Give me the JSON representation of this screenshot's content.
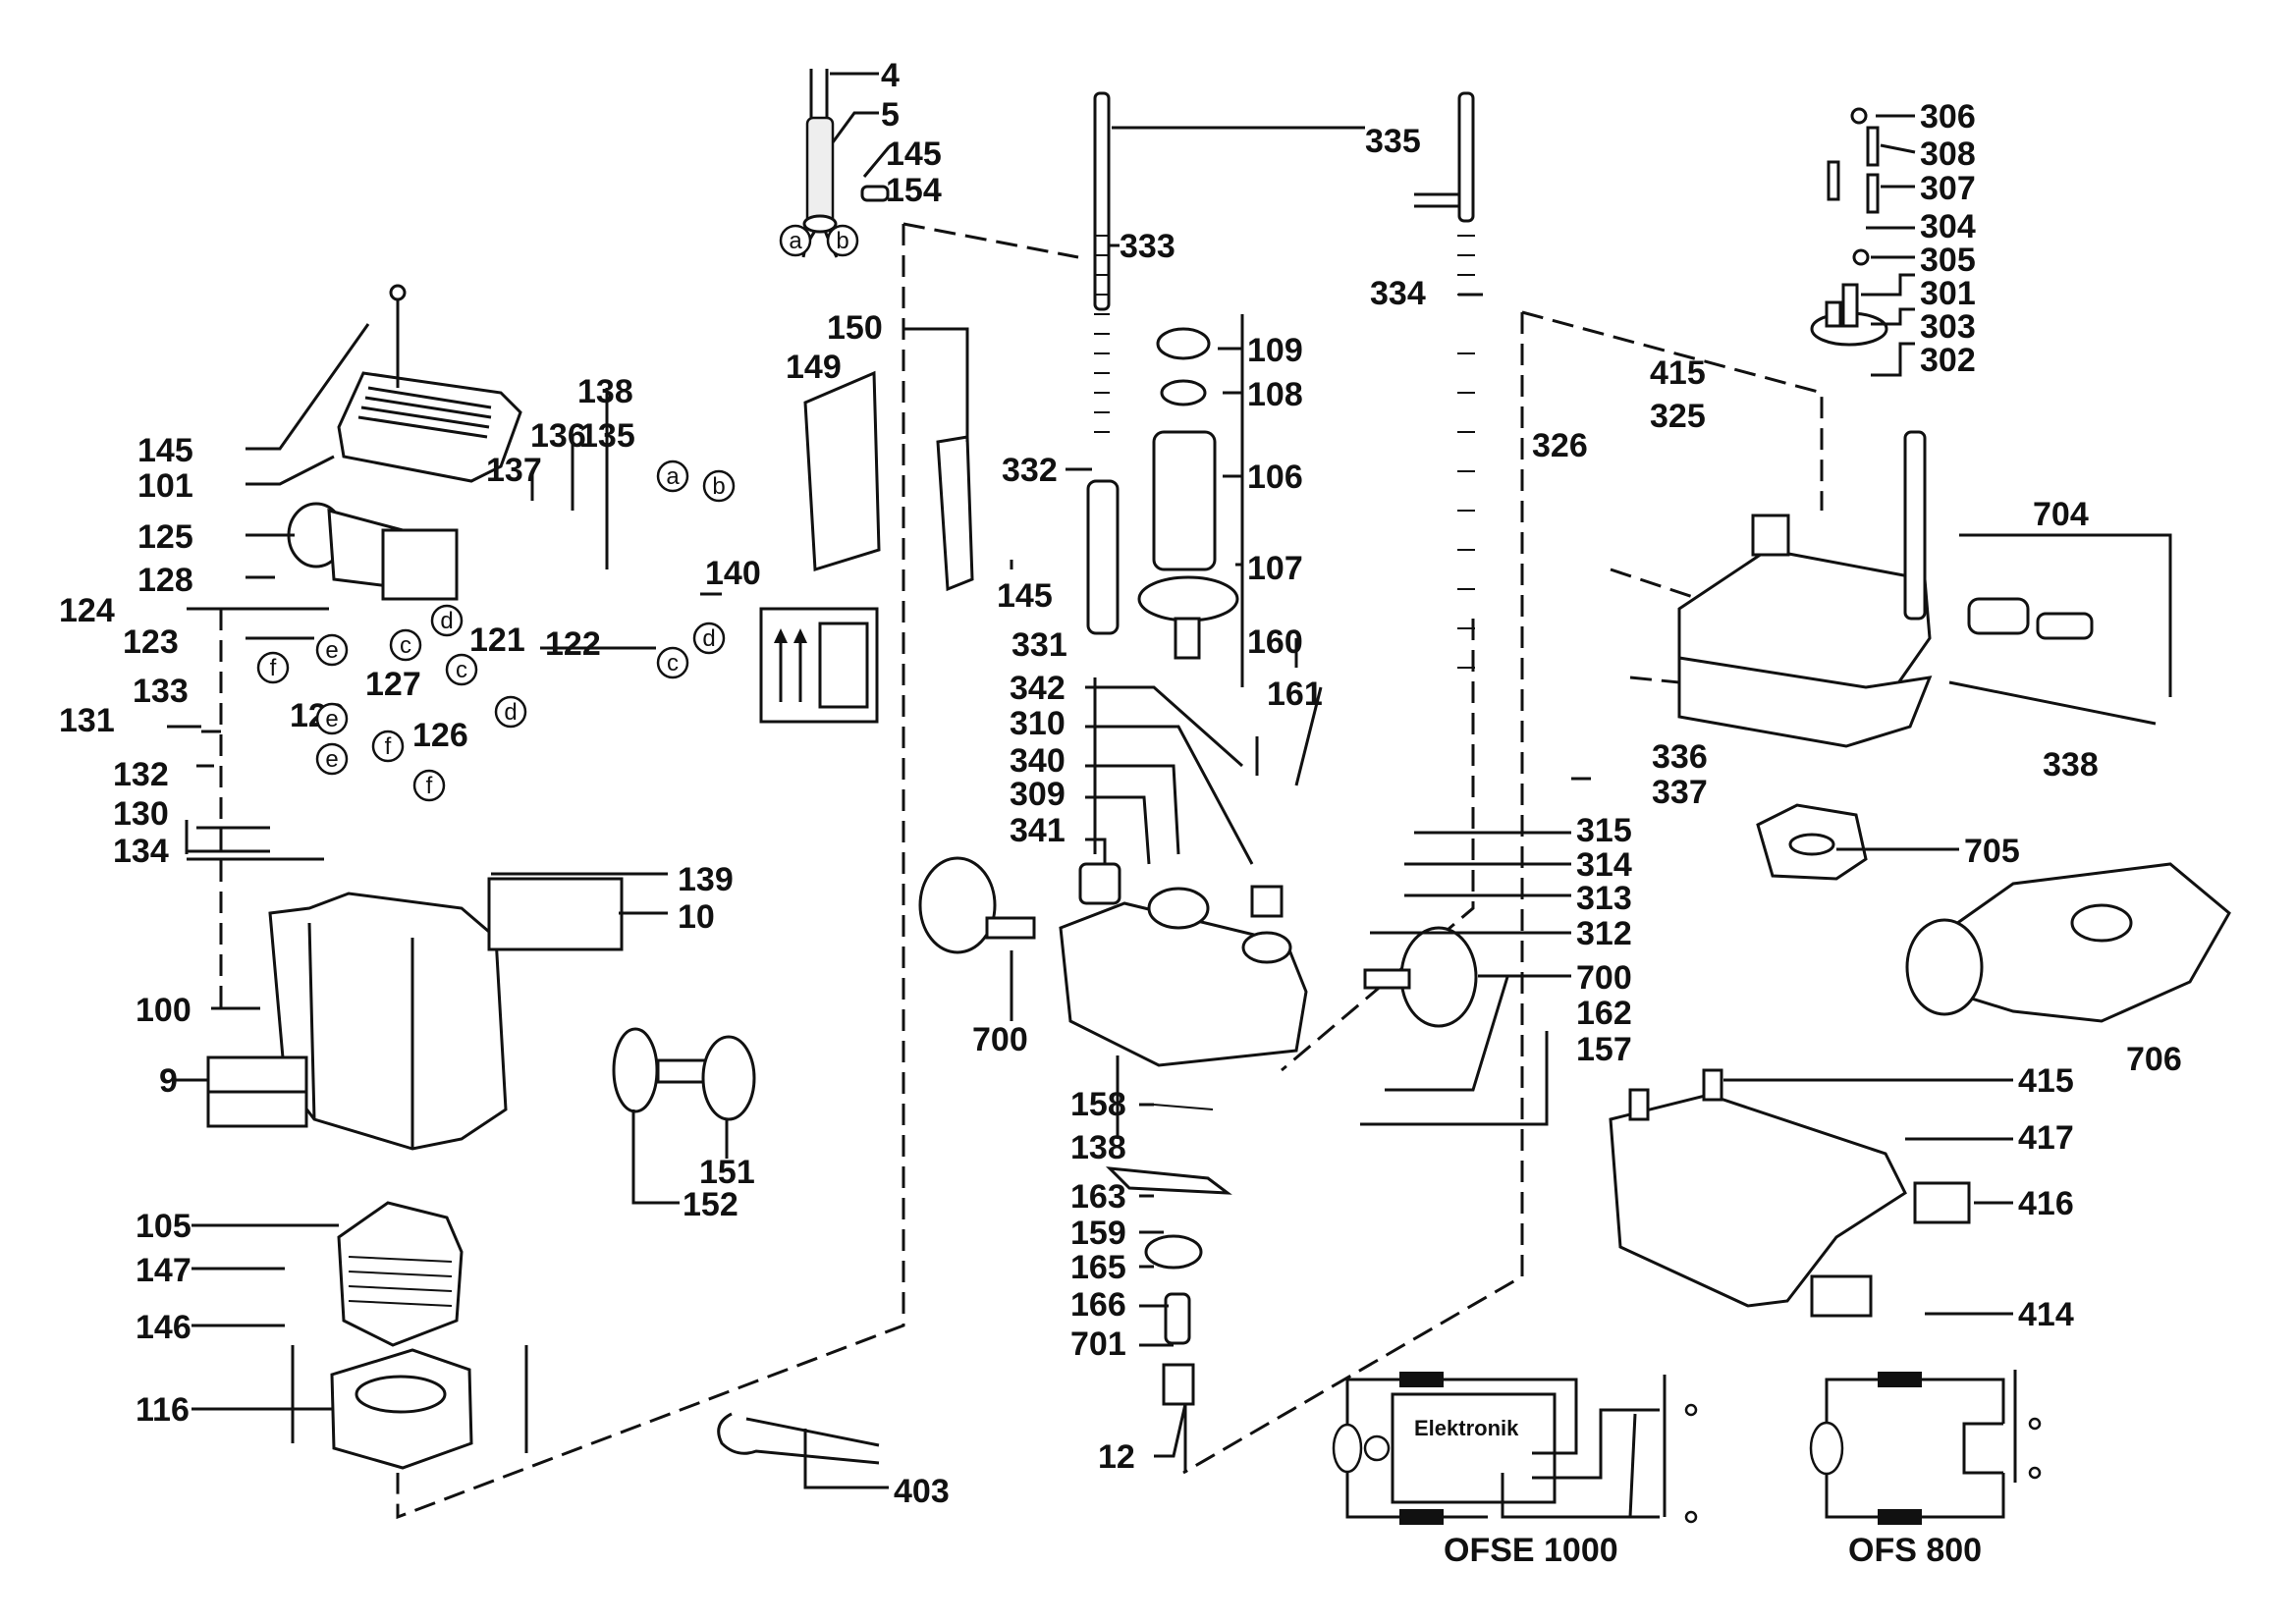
{
  "diagram": {
    "title": "Router exploded parts diagram",
    "part_labels": {
      "p4": "4",
      "p5": "5",
      "p145a": "145",
      "p154": "154",
      "p150": "150",
      "p149": "149",
      "p145b": "145",
      "p333": "333",
      "p332": "332",
      "p331": "331",
      "p335": "335",
      "p334": "334",
      "p109": "109",
      "p108": "108",
      "p106": "106",
      "p107": "107",
      "p160": "160",
      "p161": "161",
      "p306": "306",
      "p308": "308",
      "p307": "307",
      "p304": "304",
      "p305": "305",
      "p301": "301",
      "p303": "303",
      "p302": "302",
      "p415a": "415",
      "p325": "325",
      "p326": "326",
      "p704": "704",
      "p336": "336",
      "p337": "337",
      "p338": "338",
      "p705": "705",
      "p706": "706",
      "p415b": "415",
      "p417": "417",
      "p416": "416",
      "p414": "414",
      "p145c": "145",
      "p101": "101",
      "p125": "125",
      "p128": "128",
      "p124": "124",
      "p123": "123",
      "p138a": "138",
      "p136": "136",
      "p135": "135",
      "p137": "137",
      "p140": "140",
      "p121": "121",
      "p122": "122",
      "p133": "133",
      "p129": "129",
      "p127": "127",
      "p131": "131",
      "p126": "126",
      "p132": "132",
      "p130": "130",
      "p134": "134",
      "p139": "139",
      "p10": "10",
      "p100": "100",
      "p9": "9",
      "p151": "151",
      "p152": "152",
      "p105": "105",
      "p147": "147",
      "p146": "146",
      "p116": "116",
      "p403": "403",
      "p342": "342",
      "p310": "310",
      "p340": "340",
      "p309": "309",
      "p341": "341",
      "p315": "315",
      "p314": "314",
      "p313": "313",
      "p312": "312",
      "p700a": "700",
      "p700b": "700",
      "p162": "162",
      "p157": "157",
      "p158": "158",
      "p138b": "138",
      "p163": "163",
      "p159": "159",
      "p165": "165",
      "p166": "166",
      "p701": "701",
      "p12": "12"
    },
    "wire_markers": {
      "a1": "a",
      "b1": "b",
      "a2": "a",
      "b2": "b",
      "c1": "c",
      "d1": "d",
      "c2": "c",
      "d2": "d",
      "e1": "e",
      "f1": "f",
      "e2": "e",
      "c3": "c",
      "d3": "d",
      "e3": "e",
      "f2": "f",
      "f3": "f"
    },
    "circuits": [
      {
        "model": "OFSE 1000",
        "module_label": "Elektronik"
      },
      {
        "model": "OFS 800"
      }
    ]
  }
}
